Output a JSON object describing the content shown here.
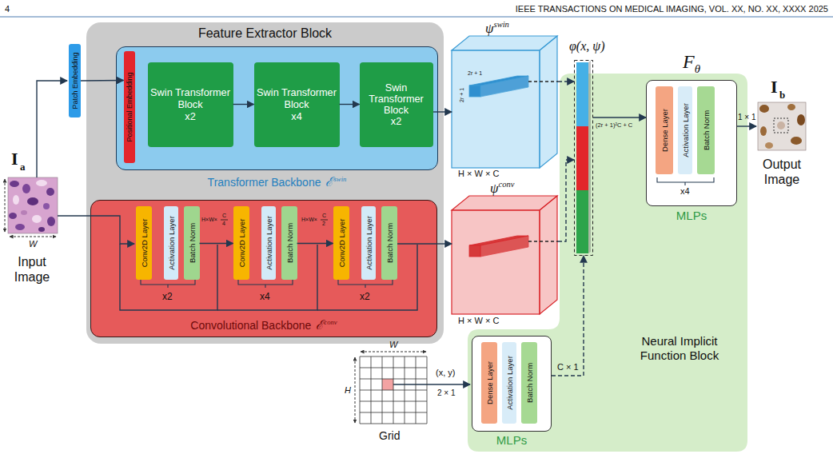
{
  "diagram": {
    "nodes": [
      {
        "text": [
          "Patch Embedding"
        ]
      },
      {
        "text": [
          "Feature Extractor Block"
        ]
      },
      {
        "text": [
          "Transformer Backbone",
          "ℰ",
          "swin"
        ],
        "in": 1
      },
      {
        "text": [
          "Positional Embedding"
        ],
        "in": 2
      },
      {
        "text": [
          "Swin Transformer Block",
          "x2"
        ],
        "in": 2
      },
      {
        "text": [
          "Swin Transformer Block",
          "x4"
        ],
        "in": 2
      },
      {
        "text": [
          "Swin Transformer Block",
          "x2"
        ],
        "in": 2
      },
      {
        "text": [
          "Convolutional Backbone",
          "ℰ",
          "conv"
        ],
        "in": 1
      },
      {
        "text": [
          "Conv2D Layer"
        ],
        "in": 7
      },
      {
        "text": [
          "Activation Layer"
        ],
        "in": 7
      },
      {
        "text": [
          "Batch Norm"
        ],
        "in": 7
      },
      {
        "text": [
          "Conv2D Layer"
        ],
        "in": 7
      },
      {
        "text": [
          "Activation Layer"
        ],
        "in": 7
      },
      {
        "text": [
          "Batch Norm"
        ],
        "in": 7
      },
      {
        "text": [
          "Conv2D Layer"
        ],
        "in": 7
      },
      {
        "text": [
          "Activation Layer"
        ],
        "in": 7
      },
      {
        "text": [
          "Batch Norm"
        ],
        "in": 7
      },
      {
        "text": [
          "ψ",
          "swin",
          "2r + 1",
          "2r + 1",
          "H × W × C"
        ]
      },
      {
        "text": [
          "ψ",
          "conv",
          "H × W × C"
        ]
      },
      {
        "text": [
          "Neural Implicit Function Block"
        ]
      },
      {
        "text": [
          "φ(x, ψ)"
        ],
        "in": 19
      },
      {
        "text": [
          "F",
          "θ",
          "MLPs"
        ],
        "in": 19
      },
      {
        "text": [
          "Dense Layer"
        ],
        "in": 21
      },
      {
        "text": [
          "Activation Layer"
        ],
        "in": 21
      },
      {
        "text": [
          "Batch Norm"
        ],
        "in": 21
      },
      {
        "text": [
          "MLPs"
        ],
        "in": 19
      },
      {
        "text": [
          "Dense Layer"
        ],
        "in": 25
      },
      {
        "text": [
          "Activation Layer"
        ],
        "in": 25
      },
      {
        "text": [
          "Batch Norm"
        ],
        "in": 25
      }
    ],
    "edges": [
      {
        "from": 0,
        "to": 3,
        "arrow": "to"
      },
      {
        "from": 4,
        "to": 5,
        "arrow": "to"
      },
      {
        "from": 5,
        "to": 6,
        "arrow": "to"
      },
      {
        "from": 2,
        "to": 17,
        "arrow": "to"
      },
      {
        "from": 10,
        "to": 11,
        "arrow": "to"
      },
      {
        "from": 13,
        "to": 14,
        "arrow": "to"
      },
      {
        "from": 7,
        "to": 18,
        "arrow": "to"
      },
      {
        "from": 17,
        "to": 20,
        "arrow": "to"
      },
      {
        "from": 18,
        "to": 20,
        "arrow": "to"
      },
      {
        "from": 25,
        "to": 20,
        "arrow": "to"
      },
      {
        "from": 20,
        "to": 21,
        "arrow": "to"
      }
    ],
    "labels": [
      "4",
      "IEEE TRANSACTIONS ON MEDICAL IMAGING, VOL. XX, NO. XX, XXXX 2025",
      "I",
      "a",
      "W",
      "Input Image",
      "H×W×",
      "C",
      "4",
      "H×W×",
      "C",
      "2",
      "x2",
      "x4",
      "x2",
      "(2r + 1)²C + C",
      "x4",
      "1 × 1",
      "I",
      "b",
      "Output Image",
      "W",
      "H",
      "Grid",
      "(x, y)",
      "2 × 1",
      "C × 1"
    ]
  }
}
